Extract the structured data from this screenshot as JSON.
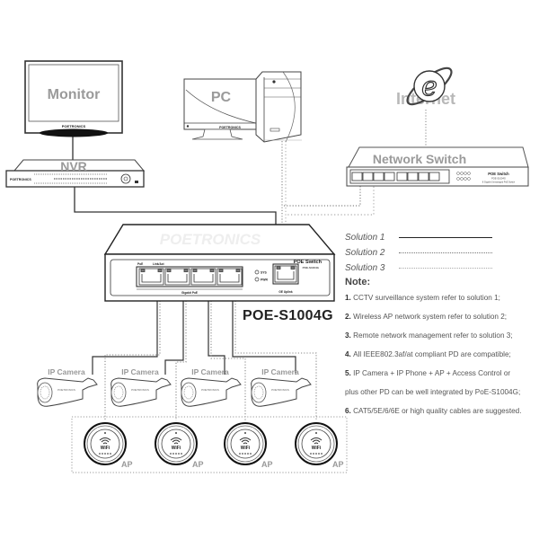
{
  "devices": {
    "monitor": {
      "label": "Monitor",
      "brand": "POETRONICS"
    },
    "nvr": {
      "label": "NVR",
      "brand": "POETRONICS"
    },
    "pc": {
      "label": "PC",
      "brand": "POETRONICS"
    },
    "internet": {
      "label": "Internet"
    },
    "network_switch": {
      "label": "Network Switch",
      "panel_title": "POE Switch",
      "panel_sub": "POE-S1004G",
      "panel_desc": "8 Gigabit Unmanaged PoE Switch"
    },
    "poe_switch": {
      "watermark": "POETRONICS",
      "panel_title": "POE Switch",
      "panel_model": "POE-S1004G",
      "port_label_poe": "PoE",
      "port_label_link": "Link/Act",
      "group_label": "Gigabit PoE",
      "uplink_label": "GE Uplink",
      "led_sys": "SYS",
      "led_pwr": "PWR",
      "model_caption": "POE-S1004G"
    },
    "cameras": [
      {
        "label": "IP Camera",
        "brand": "POETRONICS"
      },
      {
        "label": "IP Camera",
        "brand": "POETRONICS"
      },
      {
        "label": "IP Camera",
        "brand": "POETRONICS"
      },
      {
        "label": "IP Camera",
        "brand": "POETRONICS"
      }
    ],
    "access_points": [
      {
        "label": "AP",
        "badge": "WiFi"
      },
      {
        "label": "AP",
        "badge": "WiFi"
      },
      {
        "label": "AP",
        "badge": "WiFi"
      },
      {
        "label": "AP",
        "badge": "WiFi"
      }
    ]
  },
  "legend": [
    {
      "label": "Solution 1",
      "style": "solid"
    },
    {
      "label": "Solution 2",
      "style": "dotted"
    },
    {
      "label": "Solution 3",
      "style": "dotted-light"
    }
  ],
  "notes": {
    "title": "Note:",
    "items": [
      {
        "num": "1.",
        "text": "CCTV surveillance system refer to solution 1;"
      },
      {
        "num": "2.",
        "text": "Wireless AP network system refer to solution 2;"
      },
      {
        "num": "3.",
        "text": "Remote network management refer to solution 3;"
      },
      {
        "num": "4.",
        "text": "All IEEE802.3af/at compliant PD are compatible;"
      },
      {
        "num": "5.",
        "text": "IP Camera + IP Phone + AP + Access Control or"
      },
      {
        "num": "",
        "text": "plus other PD can be well integrated by PoE-S1004G;"
      },
      {
        "num": "6.",
        "text": "CAT5/5E/6/6E or high quality cables are suggested."
      }
    ]
  },
  "colors": {
    "line_solid": "#222222",
    "line_dotted": "#888888",
    "label_gray": "#9a9a9a",
    "text": "#555555"
  }
}
